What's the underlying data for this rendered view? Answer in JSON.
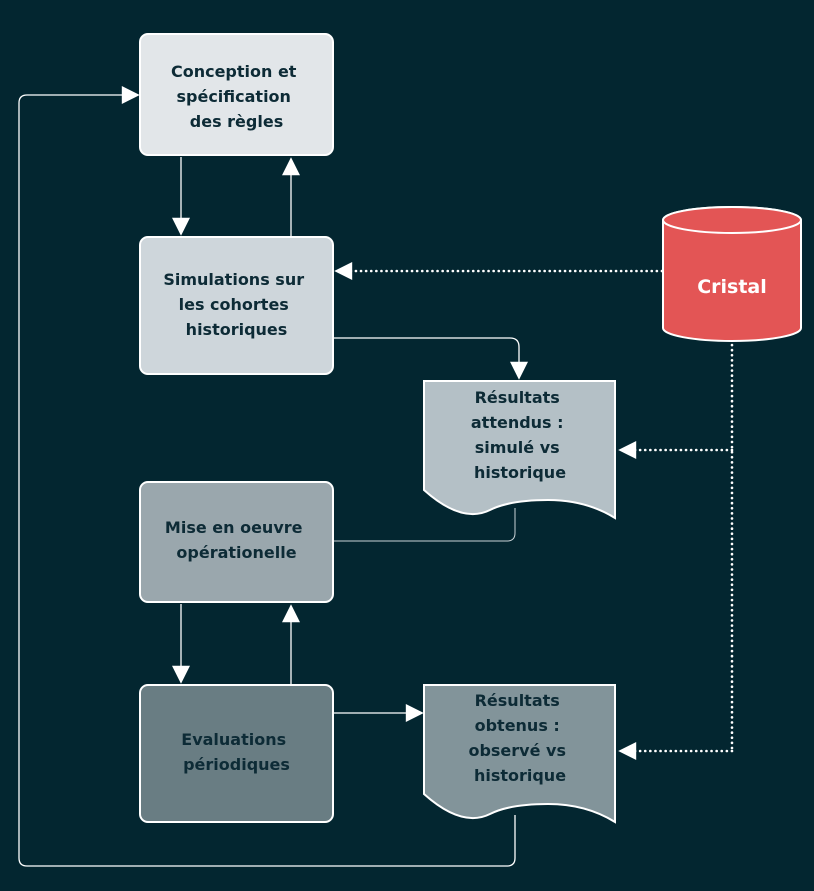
{
  "nodes": {
    "conception": {
      "lines": [
        "Conception et",
        "spécification",
        "des règles"
      ],
      "fill": "#e2e6e9"
    },
    "simulations": {
      "lines": [
        "Simulations sur",
        "les cohortes",
        "historiques"
      ],
      "fill": "#ced6db"
    },
    "resultats_attendus": {
      "lines": [
        "Résultats",
        "attendus :",
        "simulé vs",
        "historique"
      ],
      "fill": "#b4c0c6"
    },
    "mise_en_oeuvre": {
      "lines": [
        "Mise en oeuvre",
        "opérationelle"
      ],
      "fill": "#9aa7ad"
    },
    "evaluations": {
      "lines": [
        "Evaluations",
        "périodiques"
      ],
      "fill": "#697d83"
    },
    "resultats_obtenus": {
      "lines": [
        "Résultats",
        "obtenus :",
        "observé vs",
        "historique"
      ],
      "fill": "#82949a"
    },
    "cristal": {
      "label": "Cristal",
      "fill": "#e35555"
    }
  },
  "colors": {
    "background": "#032630",
    "stroke": "#ffffff",
    "text": "#0d2b36",
    "database_text": "#ffffff"
  }
}
